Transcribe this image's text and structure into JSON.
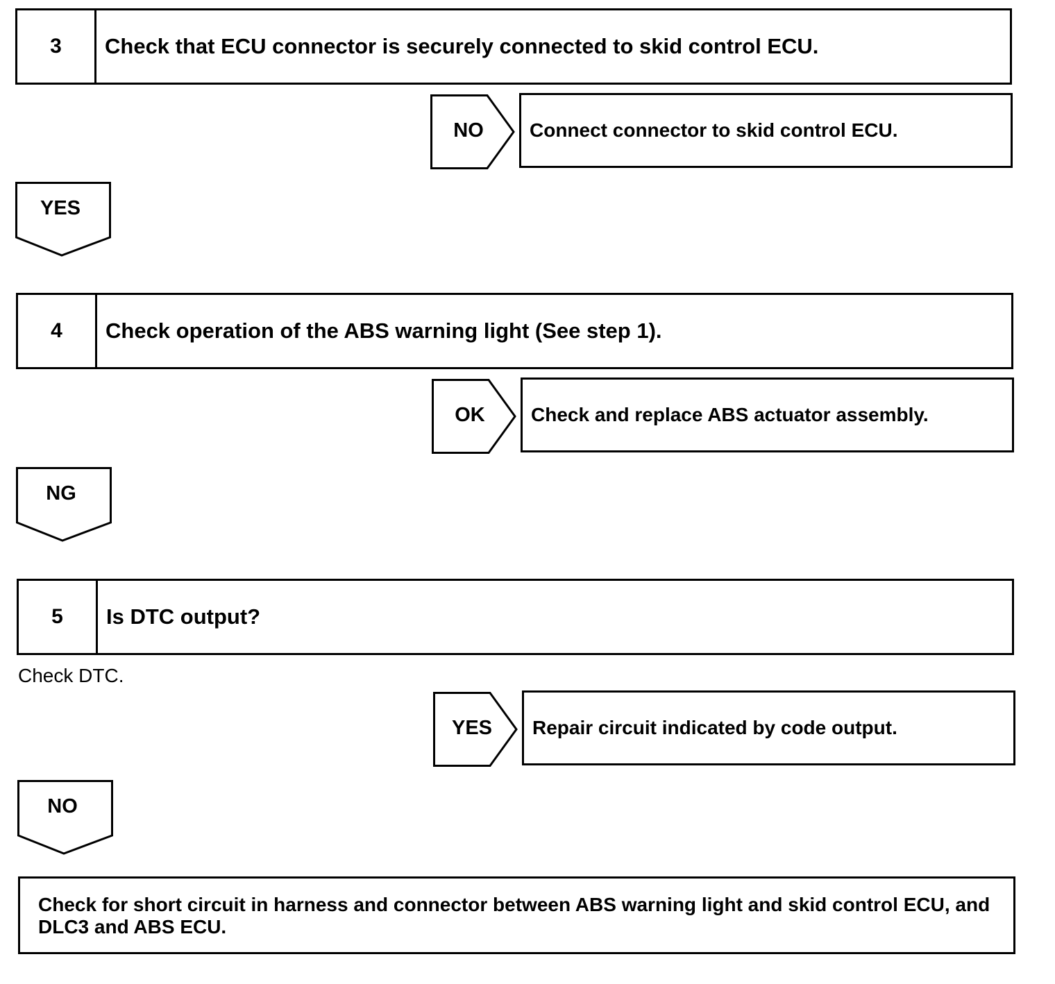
{
  "steps": [
    {
      "number": "3",
      "question": "Check that ECU connector is securely connected to skid control ECU.",
      "side_branch": {
        "label": "NO",
        "action": "Connect connector to skid control ECU."
      },
      "down_branch": {
        "label": "YES"
      }
    },
    {
      "number": "4",
      "question": "Check operation of the ABS warning light (See step 1).",
      "side_branch": {
        "label": "OK",
        "action": "Check and replace ABS actuator assembly."
      },
      "down_branch": {
        "label": "NG"
      }
    },
    {
      "number": "5",
      "question": "Is DTC output?",
      "note": "Check DTC.",
      "side_branch": {
        "label": "YES",
        "action": "Repair circuit indicated by code output."
      },
      "down_branch": {
        "label": "NO"
      }
    }
  ],
  "final_action": "Check for short circuit in harness and connector between ABS warning light and skid control ECU, and DLC3 and ABS ECU."
}
